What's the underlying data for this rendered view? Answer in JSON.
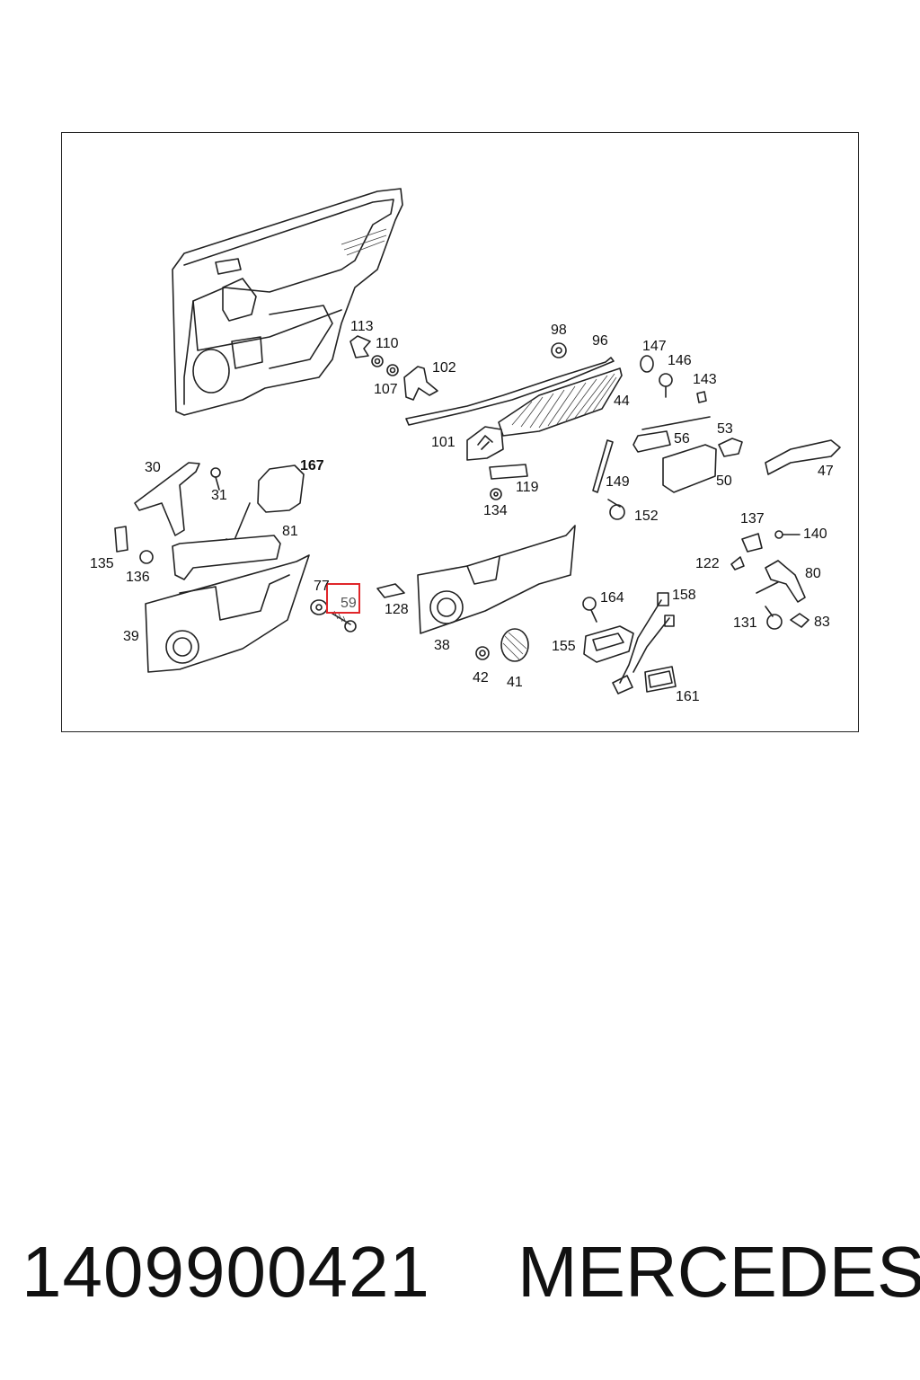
{
  "footer": {
    "part_number": "1409900421",
    "brand": "MERCEDES"
  },
  "highlighted_callout": "59",
  "callouts": {
    "c113": "113",
    "c110": "110",
    "c107": "107",
    "c102": "102",
    "c98": "98",
    "c96": "96",
    "c44": "44",
    "c101": "101",
    "c119": "119",
    "c134": "134",
    "c147": "147",
    "c146": "146",
    "c143": "143",
    "c56": "56",
    "c53": "53",
    "c50": "50",
    "c47": "47",
    "c149": "149",
    "c152": "152",
    "c30": "30",
    "c31": "31",
    "c167": "167",
    "c81": "81",
    "c135": "135",
    "c136": "136",
    "c39": "39",
    "c77": "77",
    "c59": "59",
    "c128": "128",
    "c38": "38",
    "c42": "42",
    "c41": "41",
    "c164": "164",
    "c158": "158",
    "c155": "155",
    "c161": "161",
    "c137": "137",
    "c140": "140",
    "c122": "122",
    "c80": "80",
    "c131": "131",
    "c83": "83"
  }
}
